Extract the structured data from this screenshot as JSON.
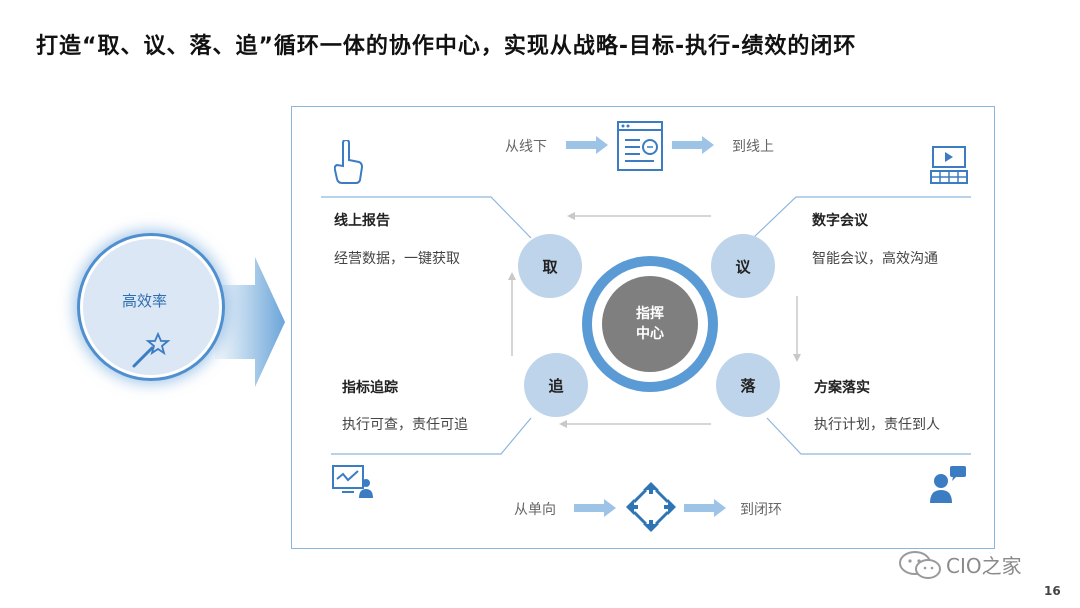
{
  "title": "打造“取、议、落、追”循环一体的协作中心，实现从战略-目标-执行-绩效的闭环",
  "efficiency": {
    "label": "高效率"
  },
  "top_flow": {
    "from": "从线下",
    "to": "到线上"
  },
  "bottom_flow": {
    "from": "从单向",
    "to": "到闭环"
  },
  "hub": {
    "line1": "指挥",
    "line2": "中心"
  },
  "nodes": {
    "qu": "取",
    "yi": "议",
    "luo": "落",
    "zhui": "追"
  },
  "sections": {
    "top_left": {
      "title": "线上报告",
      "desc": "经营数据，一键获取"
    },
    "top_right": {
      "title": "数字会议",
      "desc": "智能会议，高效沟通"
    },
    "bottom_left": {
      "title": "指标追踪",
      "desc": "执行可查，责任可追"
    },
    "bottom_right": {
      "title": "方案落实",
      "desc": "执行计划，责任到人"
    }
  },
  "watermark": "CIO之家",
  "page_number": "16",
  "colors": {
    "accent": "#5b9bd5",
    "node_fill": "#bdd4ea",
    "hub_center": "#7f7f7f",
    "frame": "#8db6dd"
  }
}
